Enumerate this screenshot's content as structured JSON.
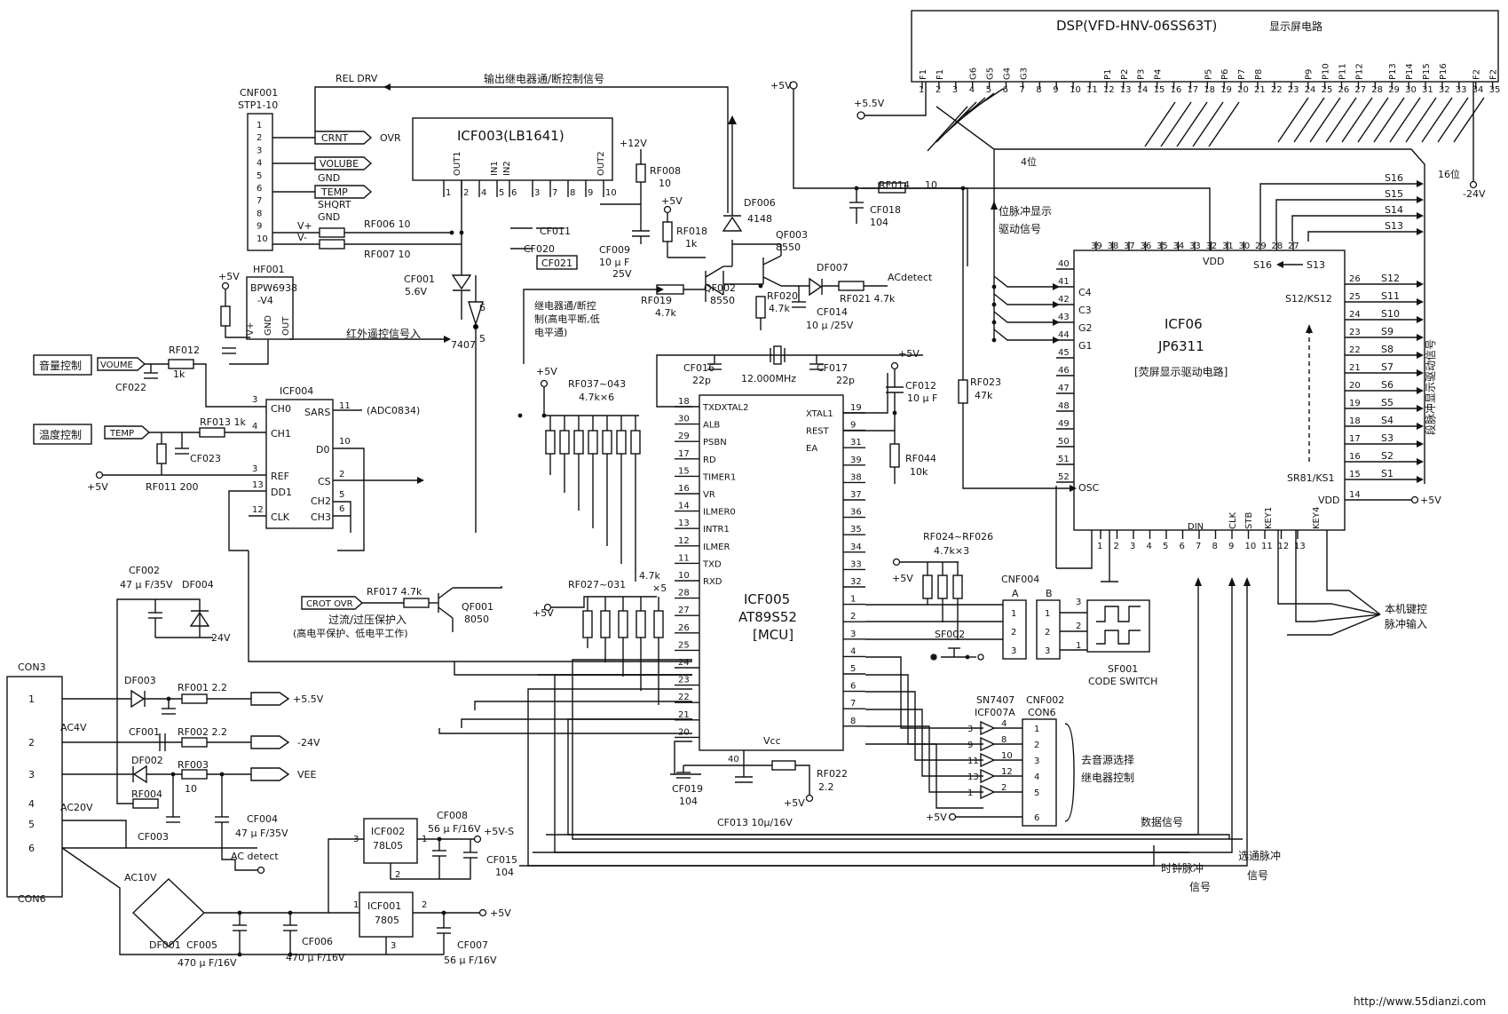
{
  "dsp": {
    "label": "DSP(VFD-HNV-06SS63T)",
    "caption": "显示屏电路",
    "pin_labels": [
      "F1",
      "F1",
      "",
      "G6",
      "G5",
      "G4",
      "G3",
      "",
      "",
      "",
      "",
      "P1",
      "P2",
      "P3",
      "P4",
      "",
      "",
      "P5",
      "P6",
      "P7",
      "P8",
      "",
      "",
      "P9",
      "P10",
      "P11",
      "P12",
      "",
      "P13",
      "P14",
      "P15",
      "P16",
      "",
      "F2",
      "F2"
    ],
    "pin_numbers": [
      "1",
      "2",
      "3",
      "4",
      "5",
      "6",
      "7",
      "8",
      "9",
      "10",
      "11",
      "12",
      "13",
      "14",
      "15",
      "16",
      "17",
      "18",
      "19",
      "20",
      "21",
      "22",
      "23",
      "24",
      "25",
      "26",
      "27",
      "28",
      "29",
      "30",
      "31",
      "32",
      "33",
      "34",
      "35"
    ]
  },
  "labels": {
    "rel_drv": "REL DRV",
    "relay_ctrl": "输出继电器通/断控制信号",
    "cnf001": "CNF001",
    "stp": "STP1-10",
    "crnt": "CRNT",
    "ovr": "OVR",
    "volube": "VOLUBE",
    "gnd1": "GND",
    "temp": "TEMP",
    "shqrt": "SHQRT",
    "gnd2": "GND",
    "vplus": "V+",
    "vminus": "V-",
    "icf003": "ICF003(LB1641)",
    "out1": "OUT1",
    "in1": "IN1",
    "in2": "IN2",
    "out2": "OUT2",
    "icf003_pins": [
      "1",
      "2",
      "4",
      "5",
      "6",
      "3",
      "7",
      "8",
      "9",
      "10"
    ],
    "rf006": "RF006 10",
    "rf007": "RF007 10",
    "p12v": "+12V",
    "rf008": "RF008",
    "rf008v": "10",
    "cf011": "CF011",
    "cf020": "CF020",
    "cf021": "CF021",
    "cf009": "CF009",
    "cf009v": "10 μ F",
    "cf009v2": "25V",
    "p5v_1": "+5V",
    "rf018": "RF018",
    "rf018v": "1k",
    "df006": "DF006",
    "df006v": "4148",
    "qf003": "QF003",
    "qf003v": "8550",
    "qf002": "QF002",
    "qf002v": "8550",
    "rf019": "RF019",
    "rf019v": "4.7k",
    "rf020": "RF020",
    "rf020v": "4.7k",
    "df007": "DF007",
    "acdetect": "ACdetect",
    "rf021": "RF021 4.7k",
    "cf014": "CF014",
    "cf014v": "10 μ /25V",
    "relay_note1": "继电器通/断控",
    "relay_note2": "制(高电平断,低",
    "relay_note3": "电平通)",
    "p5v_top": "+5V",
    "p55v": "+5.5V",
    "rf014": "RF014",
    "rf014v": "10",
    "cf018": "CF018",
    "cf018v": "104",
    "four_bit": "4位",
    "bit_pulse1": "位脉冲显示",
    "bit_pulse2": "驱动信号",
    "sixteen": "16位",
    "m24v": "-24V",
    "hf001": "HF001",
    "bpw": "BPW6938",
    "bpw2": "-V4",
    "vplus2": "V+",
    "gnd3": "GND",
    "out": "OUT",
    "ir_in": "红外遥控信号入",
    "p5v_2": "+5V",
    "vol_ctrl": "音量控制",
    "volume_tag": "VOUME",
    "rf012": "RF012",
    "rf012v": "1k",
    "cf022": "CF022",
    "temp_ctrl": "温度控制",
    "temp_tag": "TEMP",
    "rf013": "RF013 1k",
    "cf023": "CF023",
    "rf011": "RF011 200",
    "p5v_3": "+5V",
    "icf004": "ICF004",
    "adc": "(ADC0834)",
    "ch0": "CH0",
    "ch1": "CH1",
    "ref": "REF",
    "dd1": "DD1",
    "clk": "CLK",
    "sars": "SARS",
    "d0": "D0",
    "cs": "CS",
    "ch2": "CH2",
    "ch3": "CH3",
    "cf001": "CF001",
    "cf001v": "5.6V",
    "n7407": "7407",
    "rf037": "RF037~043",
    "rf037v": "4.7k×6",
    "p5v_4": "+5V",
    "cf016": "CF016",
    "cf016v": "22p",
    "xtal": "12.000MHz",
    "cf017": "CF017",
    "cf017v": "22p",
    "p5v_5": "+5V",
    "cf012": "CF012",
    "cf012v": "10 μ F",
    "rf023": "RF023",
    "rf023v": "47k",
    "rf044": "RF044",
    "rf044v": "10k",
    "icf005": "ICF005",
    "at89": "AT89S52",
    "mcu": "[MCU]",
    "vcc": "Vcc",
    "mcu_left": [
      "TXDXTAL2",
      "ALB",
      "PSBN",
      "RD",
      "TIMER1",
      "VR",
      "ILMER0",
      "INTR1",
      "ILMER",
      "TXD",
      "RXD",
      "",
      "",
      "",
      "",
      "",
      "",
      "",
      ""
    ],
    "mcu_left_pins": [
      "18",
      "30",
      "29",
      "17",
      "15",
      "16",
      "14",
      "13",
      "12",
      "11",
      "10",
      "28",
      "27",
      "26",
      "25",
      "24",
      "23",
      "22",
      "21",
      "20"
    ],
    "mcu_right": [
      "XTAL1",
      "REST",
      "EA"
    ],
    "mcu_right_pins": [
      "19",
      "9",
      "31",
      "39",
      "38",
      "37",
      "36",
      "35",
      "34",
      "33",
      "32",
      "1",
      "2",
      "3",
      "4",
      "5",
      "6",
      "7",
      "8"
    ],
    "crot_ovr": "CROT OVR",
    "rf017": "RF017 4.7k",
    "qf001": "QF001",
    "qf001v": "8050",
    "prot1": "过流/过压保护入",
    "prot2": "(高电平保护、低电平工作)",
    "rf027": "RF027~031",
    "rf027v": "4.7k",
    "rf027v2": "×5",
    "p5v_6": "+5V",
    "rf024": "RF024~RF026",
    "rf024v": "4.7k×3",
    "p5v_7": "+5V",
    "cnf004": "CNF004",
    "colA": "A",
    "colB": "B",
    "sf002": "SF002",
    "sf001": "SF001",
    "code_switch": "CODE SWITCH",
    "sn7407": "SN7407",
    "icf007a": "ICF007A",
    "cnf002": "CNF002",
    "con6b": "CON6",
    "src_sel1": "去音源选择",
    "src_sel2": "继电器控制",
    "p5v_8": "+5V",
    "cf019": "CF019",
    "cf019v": "104",
    "cf013": "CF013 10μ/16V",
    "rf022": "RF022",
    "rf022v": "2.2",
    "p5v_9": "+5V",
    "data_sig": "数据信号",
    "clk_sig1": "时钟脉冲",
    "clk_sig2": "信号",
    "stb_sig1": "选通脉冲",
    "stb_sig2": "信号",
    "icf06": "ICF06",
    "jp6311": "JP6311",
    "vfd_drv": "[荧屏显示驱动电路]",
    "vdd": "VDD",
    "vdd2": "VDD",
    "p5v_10": "+5V",
    "osc": "OSC",
    "c4": "C4",
    "c3": "C3",
    "g2": "G2",
    "g1": "G1",
    "s12ks12": "S12/KS12",
    "sr81": "SR81/KS1",
    "din": "DIN",
    "clkp": "CLK",
    "stb": "STB",
    "key1": "KEY1",
    "key4": "KEY4",
    "keys1": "本机键控",
    "keys2": "脉冲输入",
    "seg_pulse": "段脉冲显示驱动信号",
    "s_top": [
      "S16",
      "S15",
      "S14",
      "S13"
    ],
    "s_right": [
      "S12",
      "S11",
      "S10",
      "S9",
      "S8",
      "S7",
      "S6",
      "S5",
      "S4",
      "S3",
      "S2",
      "S1"
    ],
    "s_right_pins": [
      "26",
      "25",
      "24",
      "23",
      "22",
      "21",
      "20",
      "19",
      "18",
      "17",
      "16",
      "15"
    ],
    "icf06_top_pins": [
      "39",
      "38",
      "37",
      "36",
      "35",
      "34",
      "33",
      "32",
      "31",
      "30",
      "29",
      "28",
      "27"
    ],
    "icf06_left_pins": [
      "40",
      "41",
      "42",
      "43",
      "44",
      "45",
      "46",
      "47",
      "48",
      "49",
      "50",
      "51",
      "52"
    ],
    "icf06_bottom_pins": [
      "1",
      "2",
      "3",
      "4",
      "5",
      "6",
      "7",
      "8",
      "9",
      "10",
      "11",
      "12",
      "13"
    ],
    "s16_13": "S16",
    "s13_13": "S13",
    "con3": "CON3",
    "con6": "CON6",
    "con_pins": [
      "1",
      "2",
      "3",
      "4",
      "5",
      "6"
    ],
    "cf002": "CF002",
    "cf002v": "47 μ F/35V",
    "df004": "DF004",
    "v24": "24V",
    "df003": "DF003",
    "rf001": "RF001 2.2",
    "p55v_out": "+5.5V",
    "ac4v": "AC4V",
    "cf001b": "CF001",
    "rf002": "RF002 2.2",
    "m24v_out": "-24V",
    "df002": "DF002",
    "rf003": "RF003",
    "rf003v": "10",
    "vee": "VEE",
    "rf004": "RF004",
    "cf004": "CF004",
    "cf004v": "47 μ F/35V",
    "cf003": "CF003",
    "ac20v": "AC20V",
    "ac_detect": "AC detect",
    "ac10v": "AC10V",
    "df001": "DF001",
    "cf005": "CF005",
    "cf005v": "470 μ F/16V",
    "cf006": "CF006",
    "cf006v": "470 μ F/16V",
    "icf002": "ICF002",
    "l7805a": "78L05",
    "cf008": "CF008",
    "cf008v": "56 μ F/16V",
    "p5vs": "+5V-S",
    "cf015": "CF015",
    "cf015v": "104",
    "icf001": "ICF001",
    "l7805": "7805",
    "p5v_out": "+5V",
    "cf007": "CF007",
    "cf007v": "56 μ F/16V",
    "n1": "1",
    "n2": "2",
    "n3": "3",
    "watermark": "http://www.55dianzi.com"
  }
}
